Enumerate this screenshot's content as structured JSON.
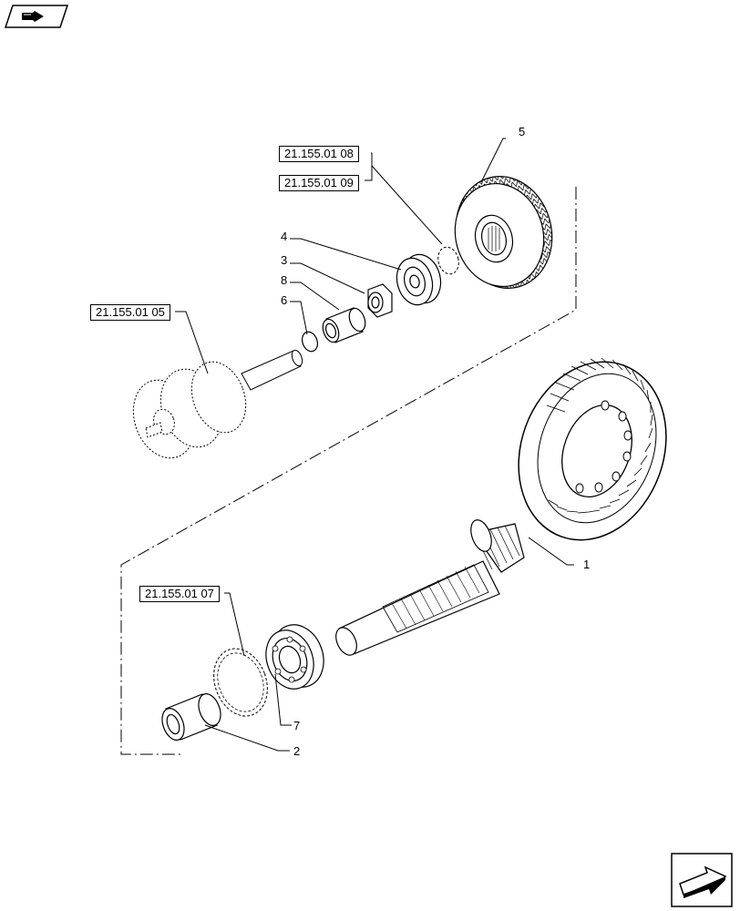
{
  "nav": {
    "prev_icon": "hand-pointing-right-icon",
    "next_icon": "next-page-arrow-icon"
  },
  "references": {
    "ref_top_1": "21.155.01 08",
    "ref_top_2": "21.155.01 09",
    "ref_left": "21.155.01 05",
    "ref_bottom": "21.155.01 07"
  },
  "callouts": {
    "c1": "1",
    "c2": "2",
    "c3": "3",
    "c4": "4",
    "c5": "5",
    "c6": "6",
    "c7": "7",
    "c8": "8"
  }
}
